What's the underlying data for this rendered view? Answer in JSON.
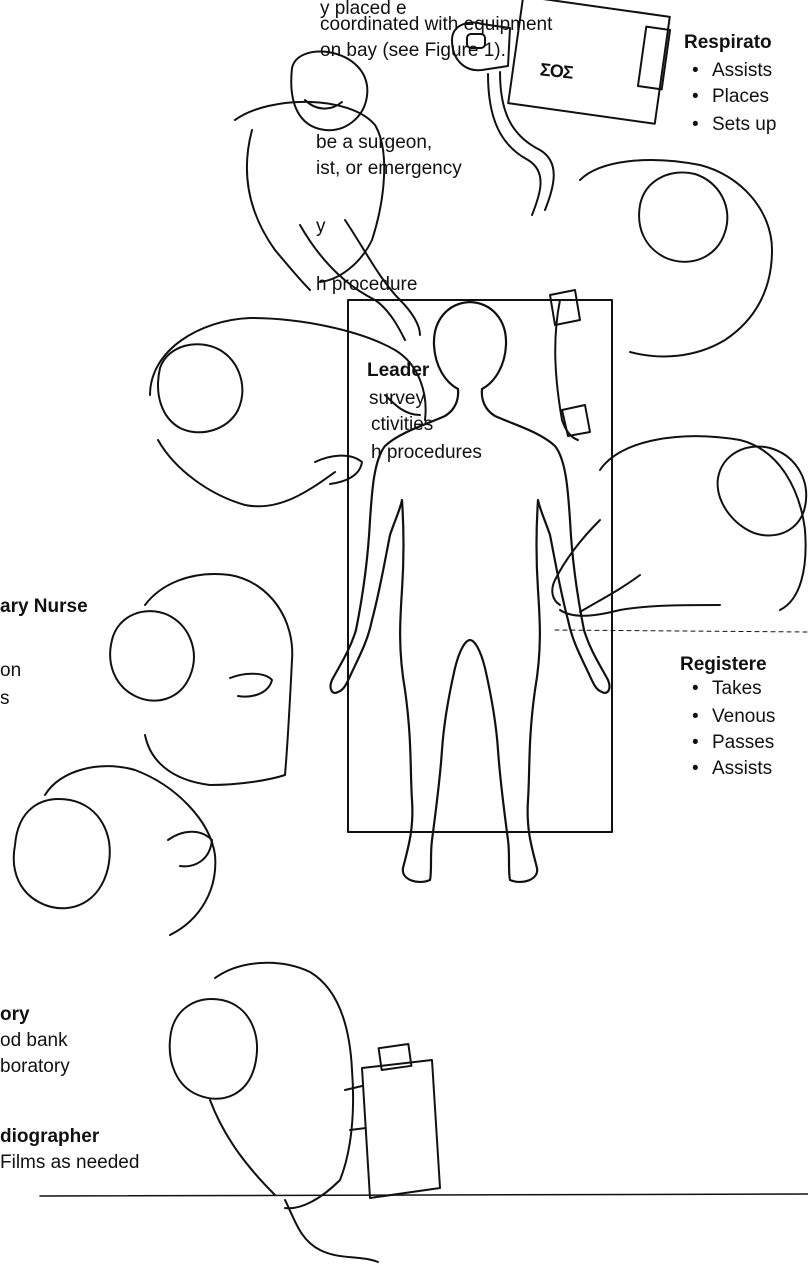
{
  "intro_lines": [
    "y placed e",
    "coordinated with equipment",
    "on bay (see Figure 1).",
    "be a surgeon,",
    "ist, or emergency",
    "y",
    "h procedure"
  ],
  "team_leader": {
    "title": "Leader",
    "lines": [
      "survey",
      "ctivities",
      "h procedures"
    ]
  },
  "primary_nurse": {
    "title": "ary Nurse",
    "lines": [
      "on",
      "s"
    ]
  },
  "laboratory": {
    "title": "ory",
    "lines": [
      "od bank",
      "boratory"
    ]
  },
  "radiographer": {
    "title": "diographer",
    "lines": [
      "Films as needed"
    ]
  },
  "respiratory": {
    "title": "Respirato",
    "bullets": [
      "Assists",
      "Places",
      "Sets up"
    ]
  },
  "registered_nurse": {
    "title": "Registere",
    "bullets": [
      "Takes",
      "Venous",
      "Passes",
      "Assists"
    ]
  },
  "ventilator_label": "ΣOΣ"
}
